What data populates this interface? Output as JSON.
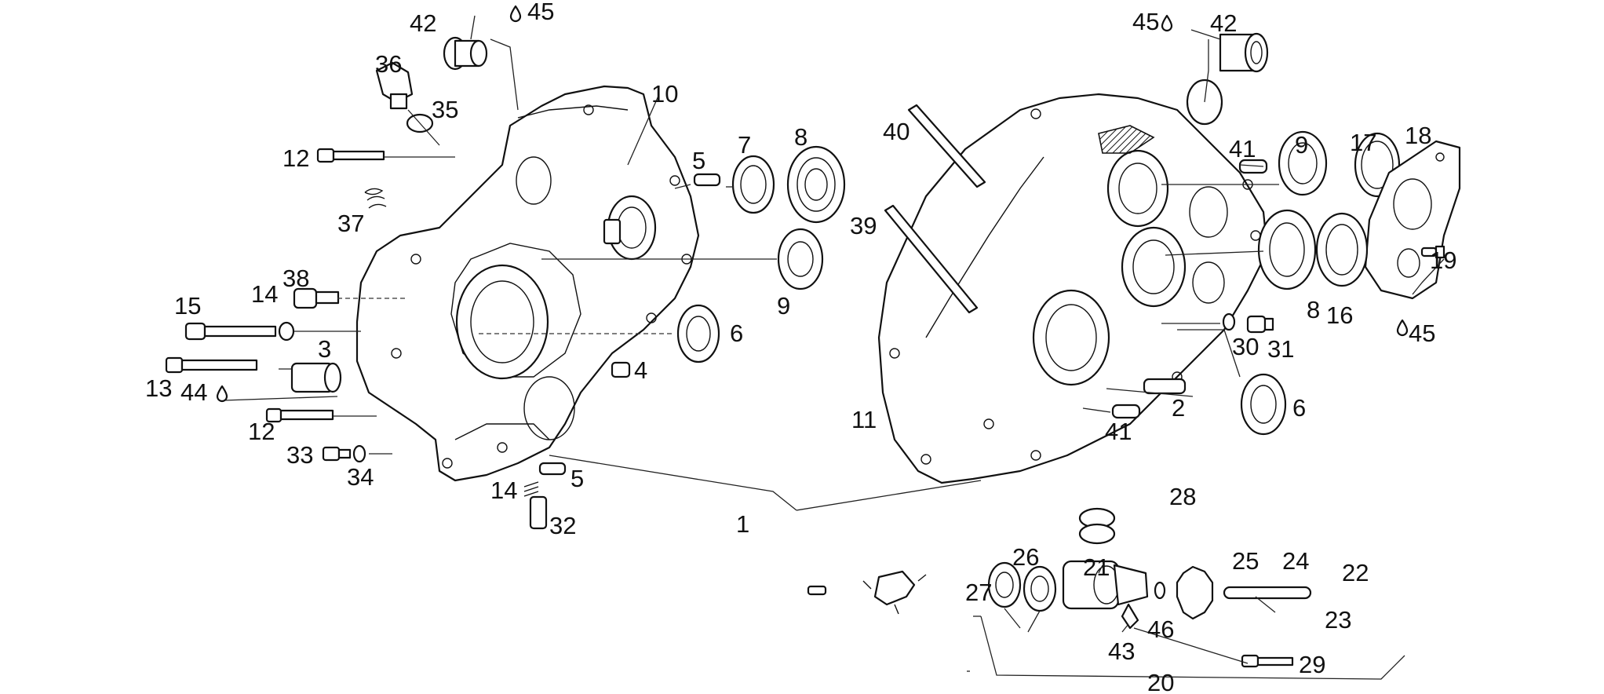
{
  "diagram": {
    "callouts": [
      "1",
      "2",
      "3",
      "4",
      "5",
      "6",
      "7",
      "8",
      "9",
      "10",
      "11",
      "12",
      "13",
      "14",
      "15",
      "16",
      "17",
      "18",
      "19",
      "20",
      "21",
      "22",
      "23",
      "24",
      "25",
      "26",
      "27",
      "28",
      "29",
      "30",
      "31",
      "32",
      "33",
      "34",
      "35",
      "36",
      "37",
      "38",
      "39",
      "40",
      "41",
      "42",
      "43",
      "44",
      "45",
      "46"
    ],
    "label_1": "1",
    "label_2": "2",
    "label_3": "3",
    "label_4": "4",
    "label_5": "5",
    "label_6": "6",
    "label_7": "7",
    "label_8": "8",
    "label_9": "9",
    "label_10": "10",
    "label_11": "11",
    "label_12": "12",
    "label_13": "13",
    "label_14": "14",
    "label_15": "15",
    "label_16": "16",
    "label_17": "17",
    "label_18": "18",
    "label_19": "19",
    "label_20": "20",
    "label_21": "21",
    "label_22": "22",
    "label_23": "23",
    "label_24": "24",
    "label_25": "25",
    "label_26": "26",
    "label_27": "27",
    "label_28": "28",
    "label_29": "29",
    "label_30": "30",
    "label_31": "31",
    "label_32": "32",
    "label_33": "33",
    "label_34": "34",
    "label_35": "35",
    "label_36": "36",
    "label_37": "37",
    "label_38": "38",
    "label_39": "39",
    "label_40": "40",
    "label_41": "41",
    "label_42": "42",
    "label_43": "43",
    "label_44": "44",
    "label_45": "45",
    "label_46": "46"
  }
}
